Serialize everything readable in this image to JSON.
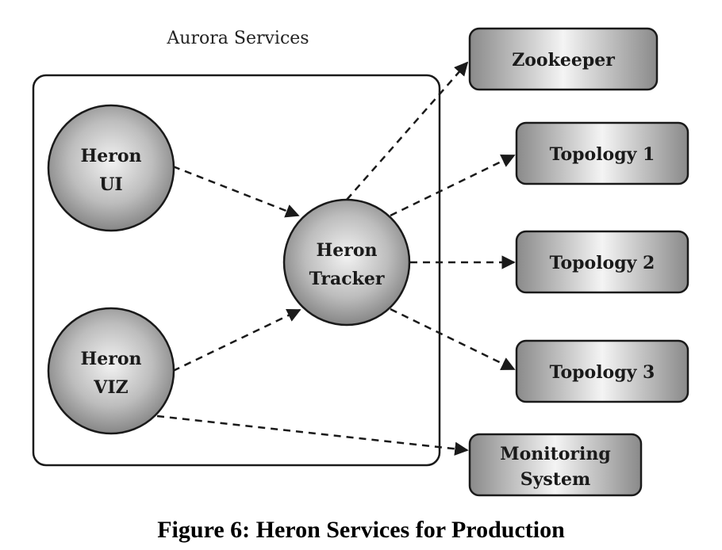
{
  "group": {
    "label": "Aurora Services"
  },
  "nodes": {
    "heron_ui": {
      "line1": "Heron",
      "line2": "UI"
    },
    "heron_viz": {
      "line1": "Heron",
      "line2": "VIZ"
    },
    "heron_tracker": {
      "line1": "Heron",
      "line2": "Tracker"
    },
    "zookeeper": {
      "label": "Zookeeper"
    },
    "topology1": {
      "label": "Topology 1"
    },
    "topology2": {
      "label": "Topology 2"
    },
    "topology3": {
      "label": "Topology 3"
    },
    "monitoring": {
      "line1": "Monitoring",
      "line2": "System"
    }
  },
  "caption": "Figure 6: Heron Services for Production",
  "colors": {
    "stroke": "#1a1a1a",
    "node_light": "#f2f2f2",
    "node_dark": "#7a7a7a"
  }
}
